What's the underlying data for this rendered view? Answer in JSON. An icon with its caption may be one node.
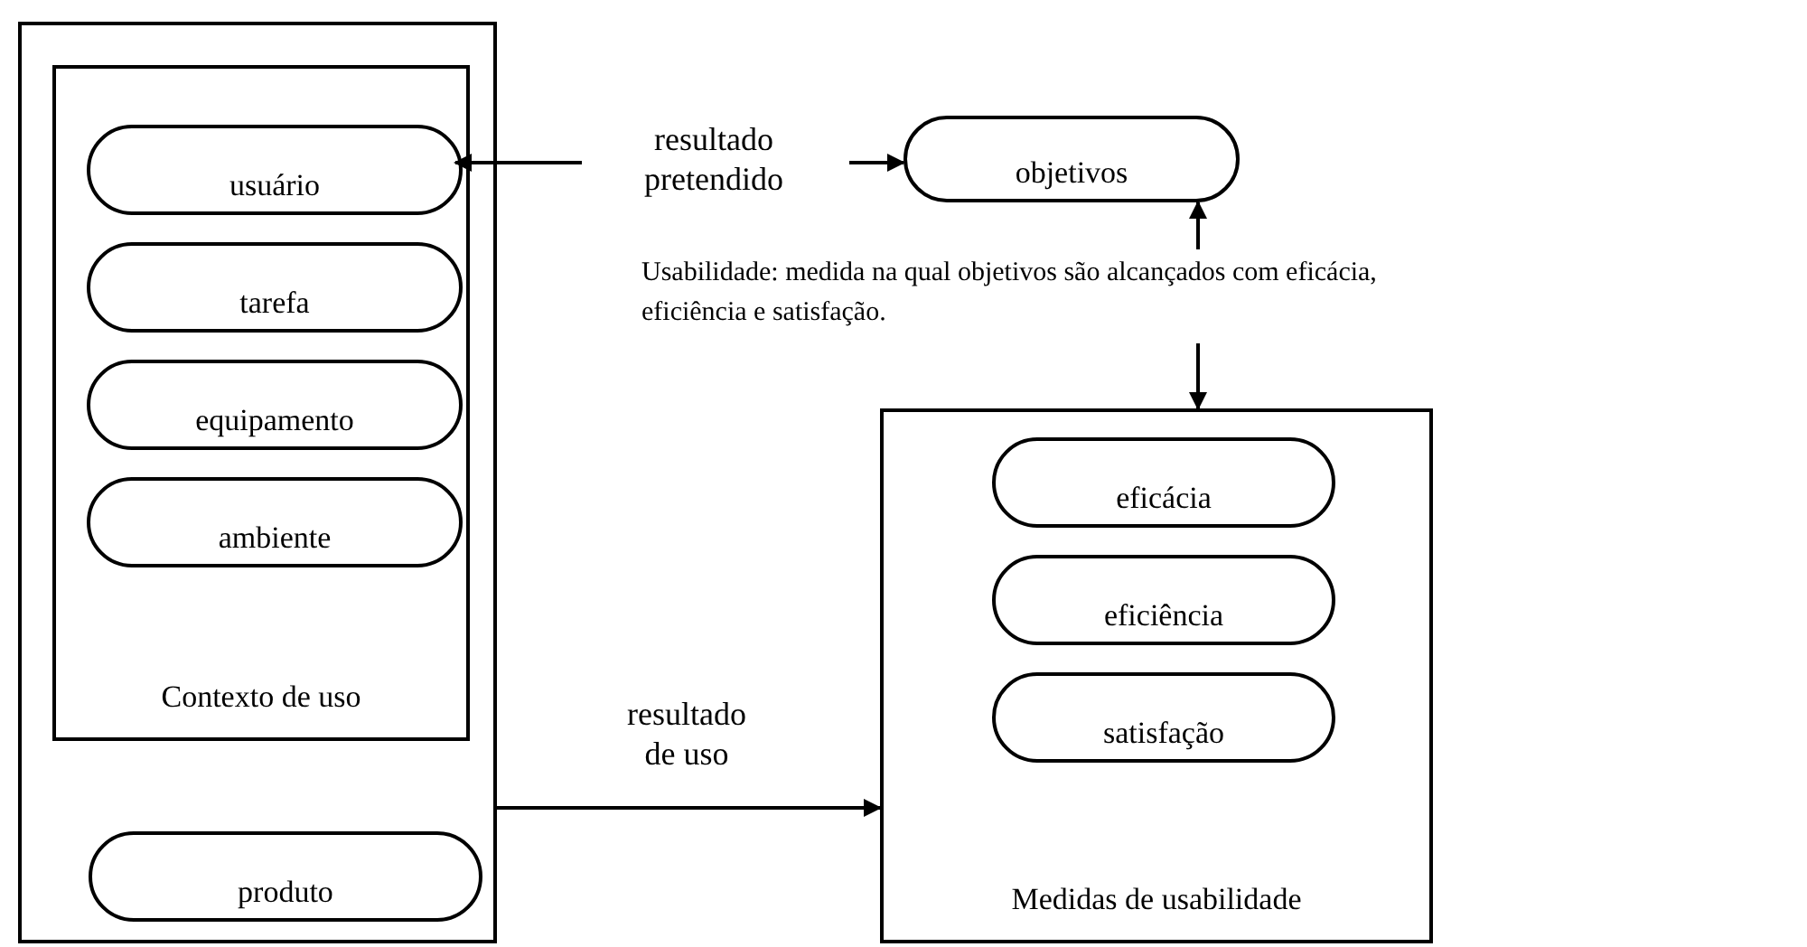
{
  "diagram": {
    "nodes": [
      {
        "text": [],
        "shape": "box"
      },
      {
        "text": [
          "Contexto de uso"
        ],
        "in": 0
      },
      {
        "text": [
          "usuário"
        ],
        "in": 1
      },
      {
        "text": [
          "tarefa"
        ],
        "in": 1
      },
      {
        "text": [
          "equipamento"
        ],
        "in": 1
      },
      {
        "text": [
          "ambiente"
        ],
        "in": 1
      },
      {
        "text": [
          "produto"
        ],
        "in": 0
      },
      {
        "text": [
          "resultado pretendido"
        ]
      },
      {
        "text": [
          "objetivos"
        ]
      },
      {
        "text": [
          "Usabilidade: medida na qual objetivos são alcançados com eficácia, eficiência e satisfação."
        ]
      },
      {
        "text": [
          "Medidas de usabilidade"
        ]
      },
      {
        "text": [
          "eficácia"
        ],
        "in": 10
      },
      {
        "text": [
          "eficiência"
        ],
        "in": 10
      },
      {
        "text": [
          "satisfação"
        ],
        "in": 10
      }
    ],
    "edges": [
      {
        "from": 7,
        "to": 2,
        "arrow": "to"
      },
      {
        "from": 7,
        "to": 8,
        "arrow": "to"
      },
      {
        "from": 9,
        "to": 8,
        "arrow": "to"
      },
      {
        "from": 9,
        "to": 10,
        "arrow": "to"
      },
      {
        "from": 0,
        "to": 10,
        "arrow": "to",
        "label": "resultado de uso"
      }
    ]
  }
}
